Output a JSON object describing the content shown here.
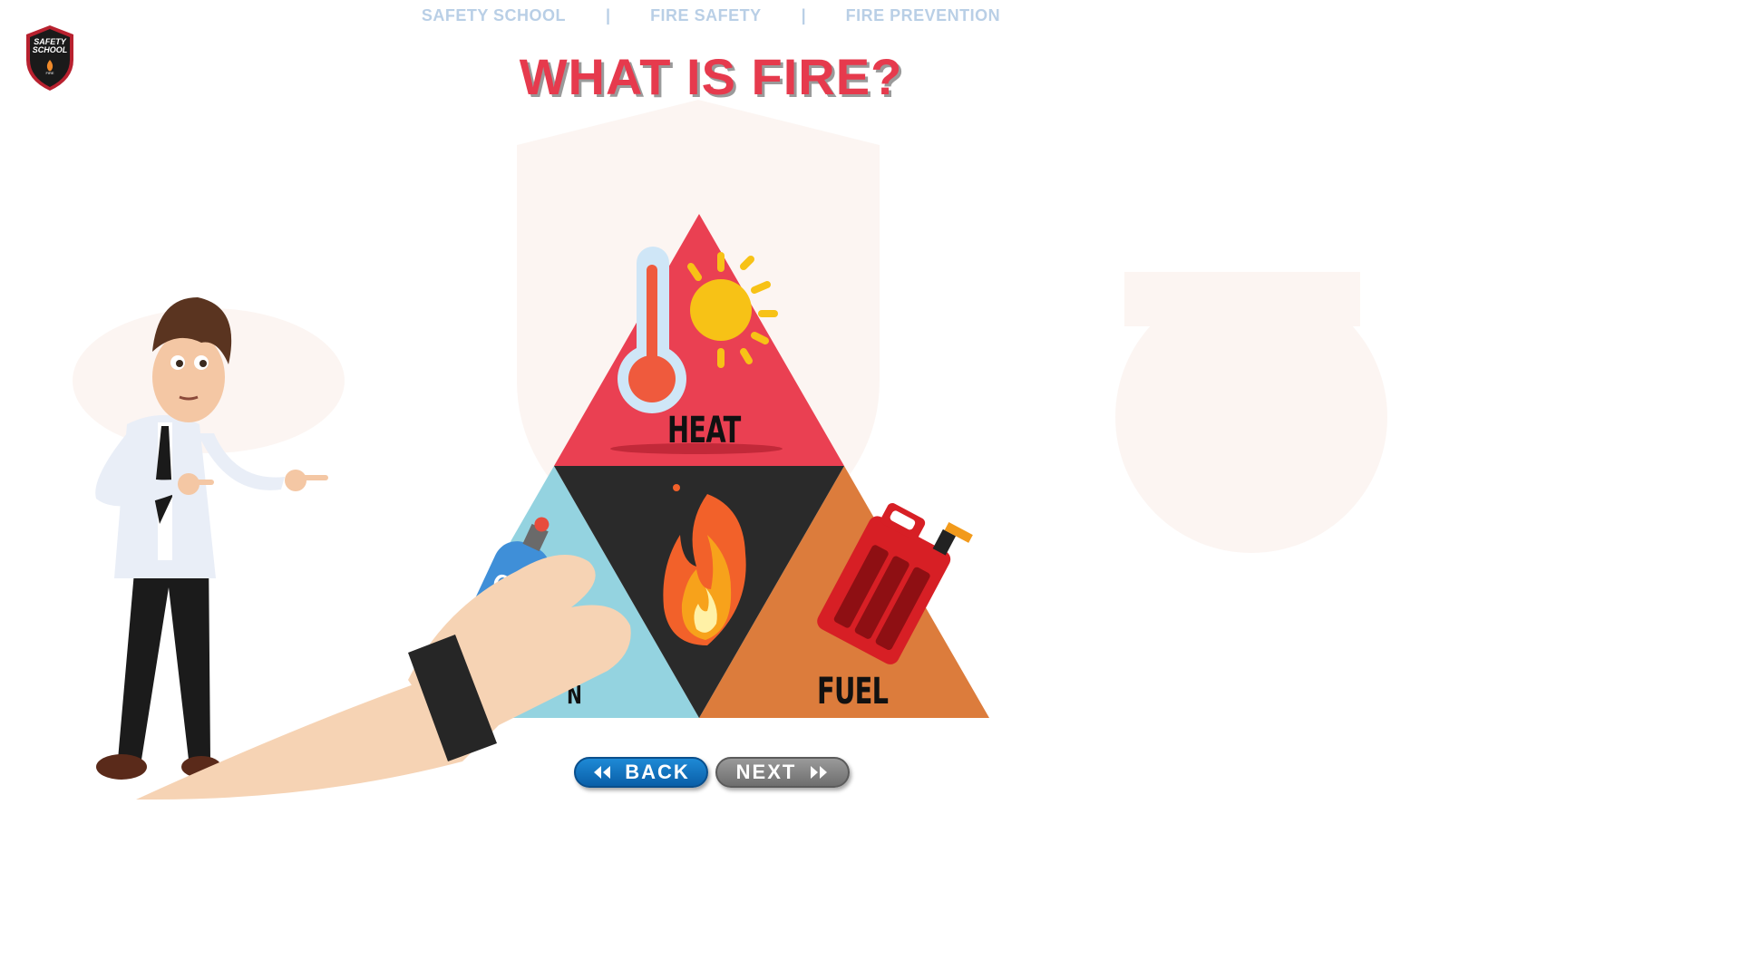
{
  "nav": {
    "items": [
      {
        "label": "SAFETY SCHOOL"
      },
      {
        "label": "FIRE SAFETY"
      },
      {
        "label": "FIRE PREVENTION"
      }
    ],
    "separator": "|"
  },
  "logo": {
    "line1": "SAFETY",
    "line2": "SCHOOL",
    "sub": "FIRE"
  },
  "title": "WHAT IS FIRE?",
  "triangle": {
    "heat_label": "HEAT",
    "fuel_label": "FUEL",
    "oxygen_label_visible": "N"
  },
  "buttons": {
    "back": "BACK",
    "next": "NEXT"
  },
  "colors": {
    "heat": "#ea4052",
    "oxygen": "#94d3e0",
    "fuel": "#dc7c3c",
    "center": "#2a2a2a",
    "title": "#e63a4d",
    "nav": "#b9cfe6",
    "back_button": "#1279c4",
    "next_button": "#808080"
  }
}
